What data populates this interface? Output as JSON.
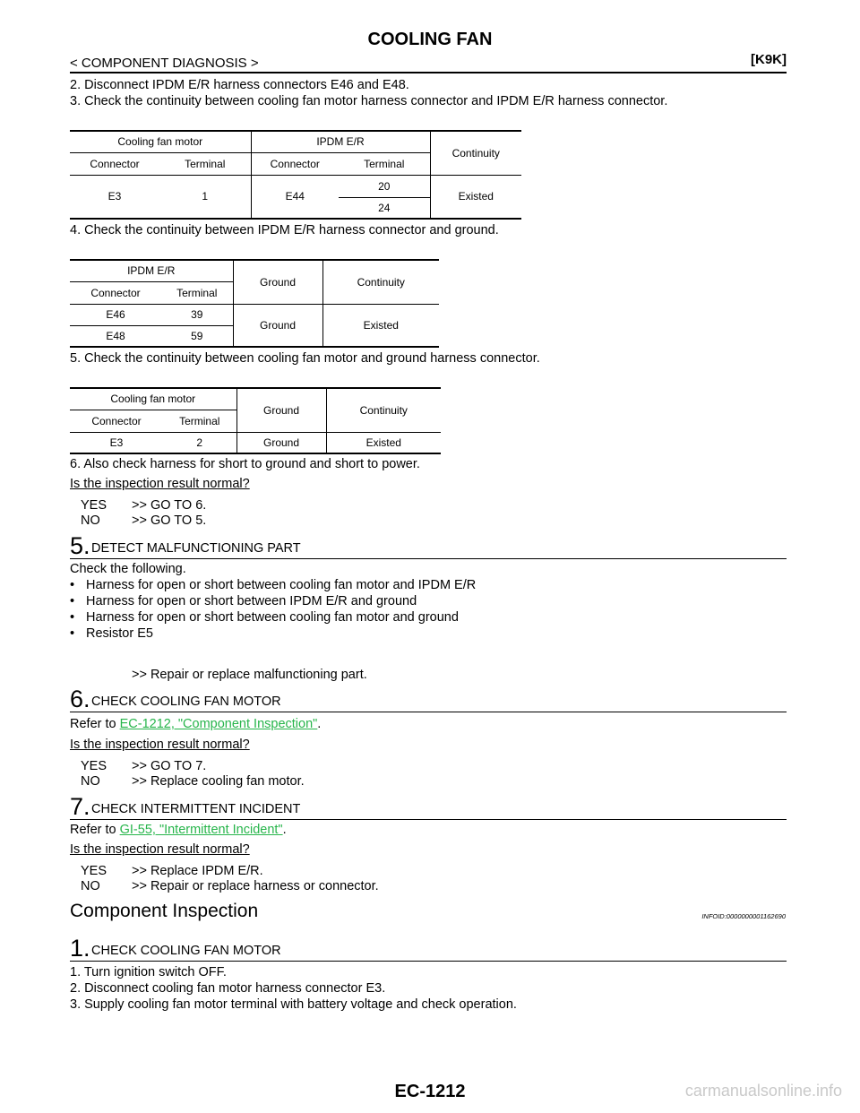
{
  "header": {
    "title": "COOLING FAN",
    "subtitle": "< COMPONENT DIAGNOSIS >",
    "engine": "[K9K]"
  },
  "steps_top": [
    "2. Disconnect IPDM E/R harness connectors E46 and E48.",
    "3. Check the continuity between cooling fan motor harness connector and IPDM E/R harness connector."
  ],
  "table1": {
    "group1": "Cooling fan motor",
    "group2": "IPDM E/R",
    "continuity": "Continuity",
    "connector": "Connector",
    "terminal": "Terminal",
    "row": {
      "motor_connector": "E3",
      "motor_terminal": "1",
      "ipdm_connector": "E44",
      "terminal_a": "20",
      "terminal_b": "24",
      "result": "Existed"
    }
  },
  "step4": "4. Check the continuity between IPDM E/R harness connector and ground.",
  "table2": {
    "group": "IPDM E/R",
    "ground": "Ground",
    "continuity": "Continuity",
    "connector": "Connector",
    "terminal": "Terminal",
    "rows": [
      {
        "connector": "E46",
        "terminal": "39"
      },
      {
        "connector": "E48",
        "terminal": "59"
      }
    ],
    "ground_value": "Ground",
    "result": "Existed"
  },
  "step5": "5. Check the continuity between cooling fan motor and ground harness connector.",
  "table3": {
    "group": "Cooling fan motor",
    "ground": "Ground",
    "continuity": "Continuity",
    "connector": "Connector",
    "terminal": "Terminal",
    "row": {
      "connector": "E3",
      "terminal": "2",
      "ground": "Ground",
      "result": "Existed"
    }
  },
  "step6": "6. Also check harness for short to ground and short to power.",
  "question": "Is the inspection result normal?",
  "yes1": "YES",
  "yes1_action": ">> GO TO 6.",
  "no1": "NO",
  "no1_action": ">> GO TO 5.",
  "sec5": {
    "num": "5.",
    "label": "DETECT MALFUNCTIONING PART",
    "intro": "Check the following.",
    "bullets": [
      "Harness for open or short between cooling fan motor and IPDM E/R",
      "Harness for open or short between IPDM E/R and ground",
      "Harness for open or short between cooling fan motor and ground",
      "Resistor E5"
    ],
    "action": ">> Repair or replace malfunctioning part."
  },
  "sec6": {
    "num": "6.",
    "label": "CHECK COOLING FAN MOTOR",
    "refer": "Refer to",
    "link": "EC-1212, \"Component Inspection\"",
    "period": ".",
    "question": "Is the inspection result normal?",
    "yes": "YES",
    "yes_action": ">> GO TO 7.",
    "no": "NO",
    "no_action": ">> Replace cooling fan motor."
  },
  "sec7": {
    "num": "7.",
    "label": "CHECK INTERMITTENT INCIDENT",
    "refer": "Refer to",
    "link": "GI-55, \"Intermittent Incident\"",
    "period": ".",
    "question": "Is the inspection result normal?",
    "yes": "YES",
    "yes_action": ">> Replace IPDM E/R.",
    "no": "NO",
    "no_action": ">> Repair or replace harness or connector."
  },
  "component": {
    "heading": "Component Inspection",
    "infoid": "INFOID:0000000001162690",
    "num": "1.",
    "label": "CHECK COOLING FAN MOTOR",
    "lines": [
      "1. Turn ignition switch OFF.",
      "2. Disconnect cooling fan motor harness connector E3.",
      "3. Supply cooling fan motor terminal with battery voltage and check operation."
    ]
  },
  "footer": {
    "page": "EC-1212"
  },
  "watermark": "carmanualsonline.info"
}
